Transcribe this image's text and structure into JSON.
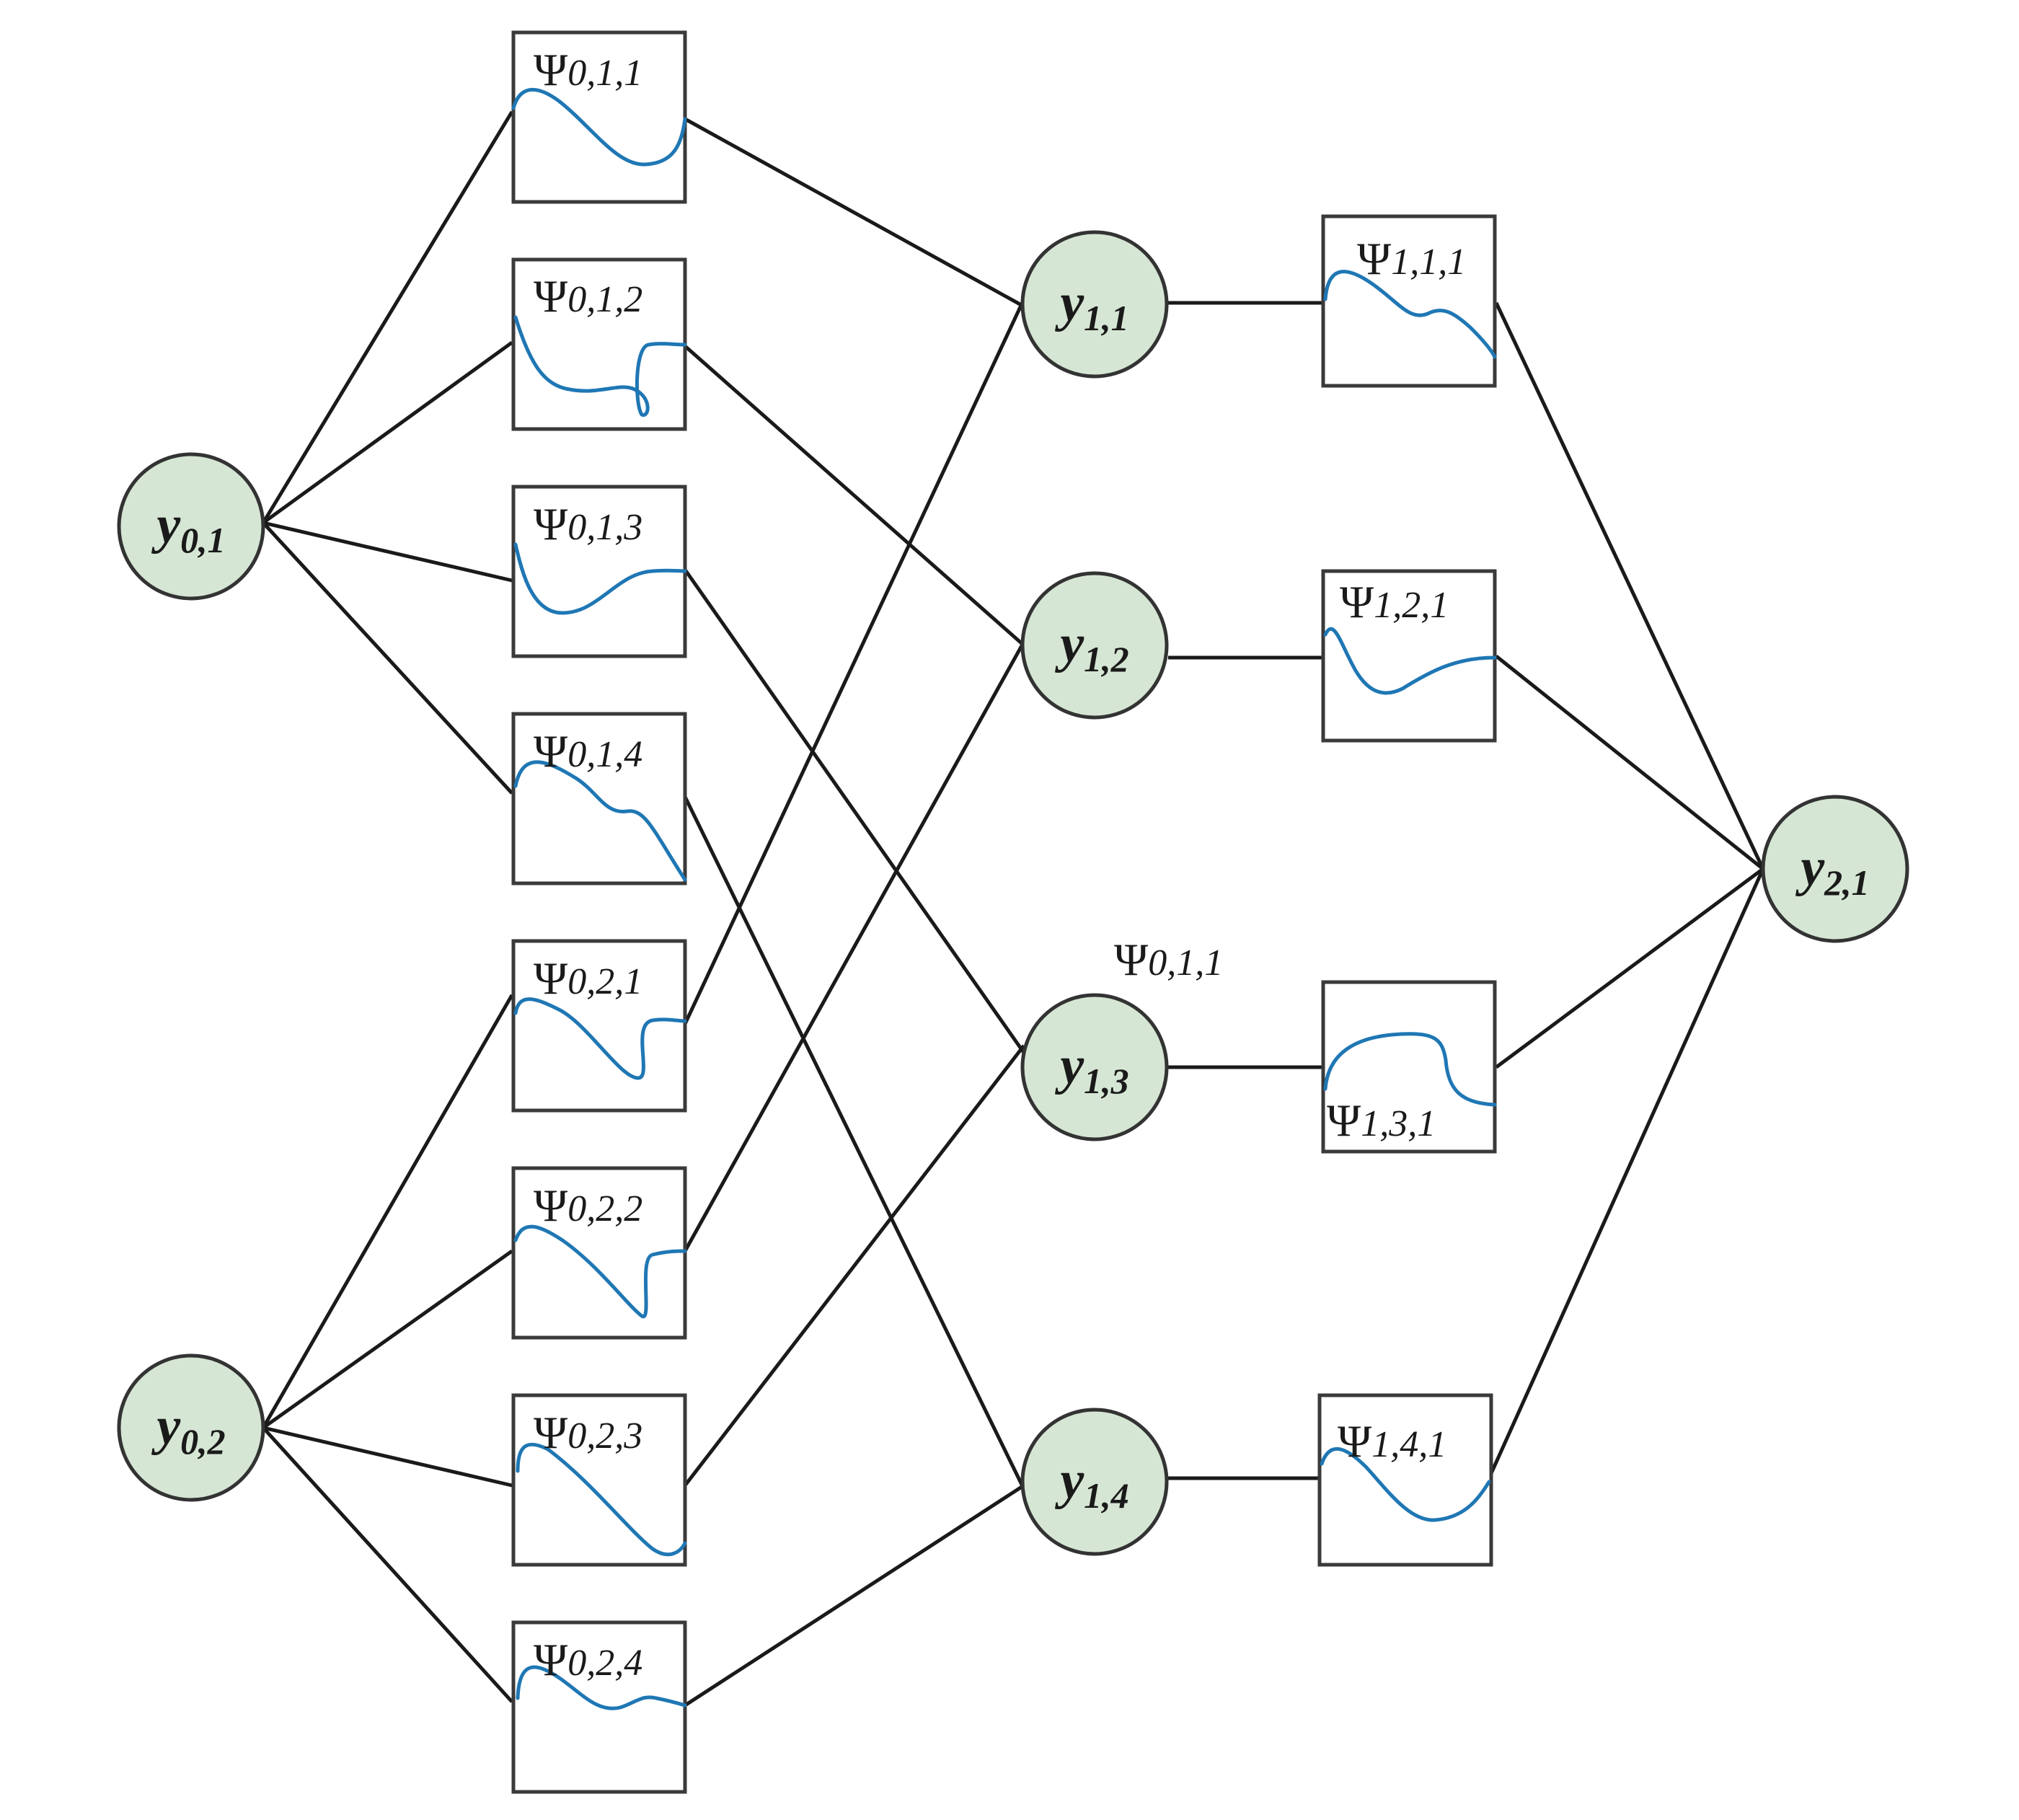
{
  "colors": {
    "node_fill": "#d6e6d4",
    "node_stroke": "#333333",
    "curve": "#1f77b4",
    "edge": "#1a1a1a"
  },
  "nodes": {
    "y01": {
      "base": "y",
      "sub": "0,1"
    },
    "y02": {
      "base": "y",
      "sub": "0,2"
    },
    "y11": {
      "base": "y",
      "sub": "1,1"
    },
    "y12": {
      "base": "y",
      "sub": "1,2"
    },
    "y13": {
      "base": "y",
      "sub": "1,3"
    },
    "y14": {
      "base": "y",
      "sub": "1,4"
    },
    "y21": {
      "base": "y",
      "sub": "2,1"
    }
  },
  "activations": {
    "p011": {
      "symbol": "Ψ",
      "sub": "0,1,1"
    },
    "p012": {
      "symbol": "Ψ",
      "sub": "0,1,2"
    },
    "p013": {
      "symbol": "Ψ",
      "sub": "0,1,3"
    },
    "p014": {
      "symbol": "Ψ",
      "sub": "0,1,4"
    },
    "p021": {
      "symbol": "Ψ",
      "sub": "0,2,1"
    },
    "p022": {
      "symbol": "Ψ",
      "sub": "0,2,2"
    },
    "p023": {
      "symbol": "Ψ",
      "sub": "0,2,3"
    },
    "p024": {
      "symbol": "Ψ",
      "sub": "0,2,4"
    },
    "p111": {
      "symbol": "Ψ",
      "sub": "1,1,1"
    },
    "p121": {
      "symbol": "Ψ",
      "sub": "1,2,1"
    },
    "p131": {
      "symbol": "Ψ",
      "sub": "1,3,1"
    },
    "p141": {
      "symbol": "Ψ",
      "sub": "1,4,1"
    }
  },
  "floating_label": {
    "symbol": "Ψ",
    "sub": "0,1,1"
  },
  "edges": [
    [
      "y01",
      "p011"
    ],
    [
      "y01",
      "p012"
    ],
    [
      "y01",
      "p013"
    ],
    [
      "y01",
      "p014"
    ],
    [
      "y02",
      "p021"
    ],
    [
      "y02",
      "p022"
    ],
    [
      "y02",
      "p023"
    ],
    [
      "y02",
      "p024"
    ],
    [
      "p011",
      "y11"
    ],
    [
      "p012",
      "y12"
    ],
    [
      "p013",
      "y13"
    ],
    [
      "p014",
      "y14"
    ],
    [
      "p021",
      "y11"
    ],
    [
      "p022",
      "y12"
    ],
    [
      "p023",
      "y13"
    ],
    [
      "p024",
      "y14"
    ],
    [
      "y11",
      "p111"
    ],
    [
      "y12",
      "p121"
    ],
    [
      "y13",
      "p131"
    ],
    [
      "y14",
      "p141"
    ],
    [
      "p111",
      "y21"
    ],
    [
      "p121",
      "y21"
    ],
    [
      "p131",
      "y21"
    ],
    [
      "p141",
      "y21"
    ]
  ]
}
